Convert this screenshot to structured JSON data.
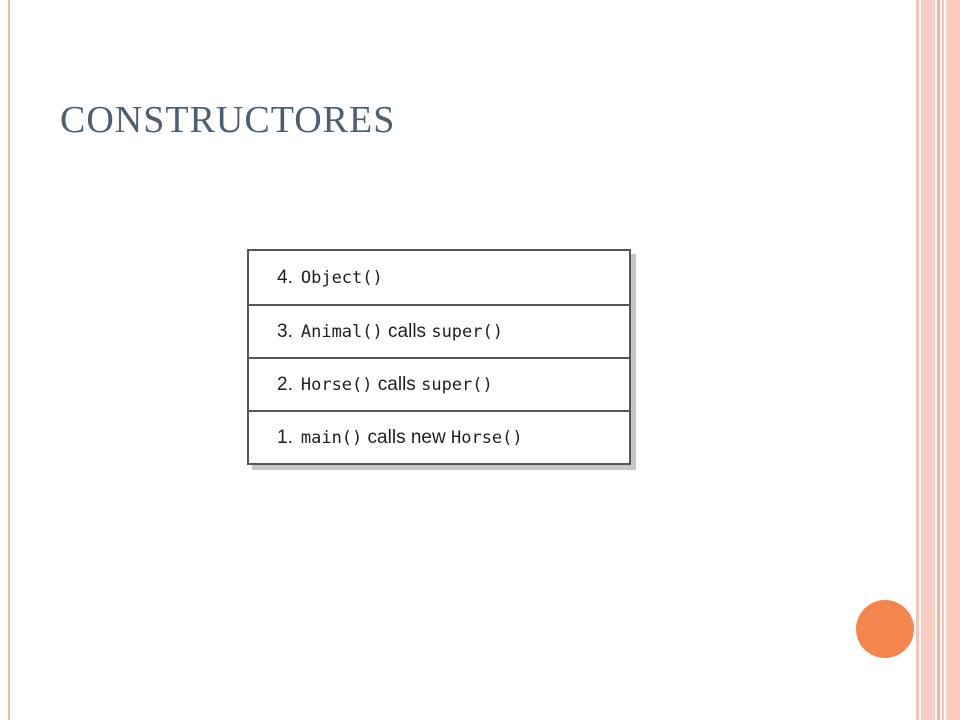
{
  "slide": {
    "title": "CONSTRUCTORES"
  },
  "call_stack": [
    {
      "number": "4.",
      "parts": [
        {
          "type": "code",
          "text": "Object()"
        }
      ]
    },
    {
      "number": "3.",
      "parts": [
        {
          "type": "code",
          "text": "Animal()"
        },
        {
          "type": "text",
          "text": " calls "
        },
        {
          "type": "code",
          "text": "super()"
        }
      ]
    },
    {
      "number": "2.",
      "parts": [
        {
          "type": "code",
          "text": "Horse()"
        },
        {
          "type": "text",
          "text": " calls "
        },
        {
          "type": "code",
          "text": "super()"
        }
      ]
    },
    {
      "number": "1.",
      "parts": [
        {
          "type": "code",
          "text": "main()"
        },
        {
          "type": "text",
          "text": " calls new "
        },
        {
          "type": "code",
          "text": "Horse()"
        }
      ]
    }
  ],
  "colors": {
    "title": "#4f5f70",
    "accent_dot": "#f4864d",
    "border_stripes": "#f6c3b4"
  }
}
